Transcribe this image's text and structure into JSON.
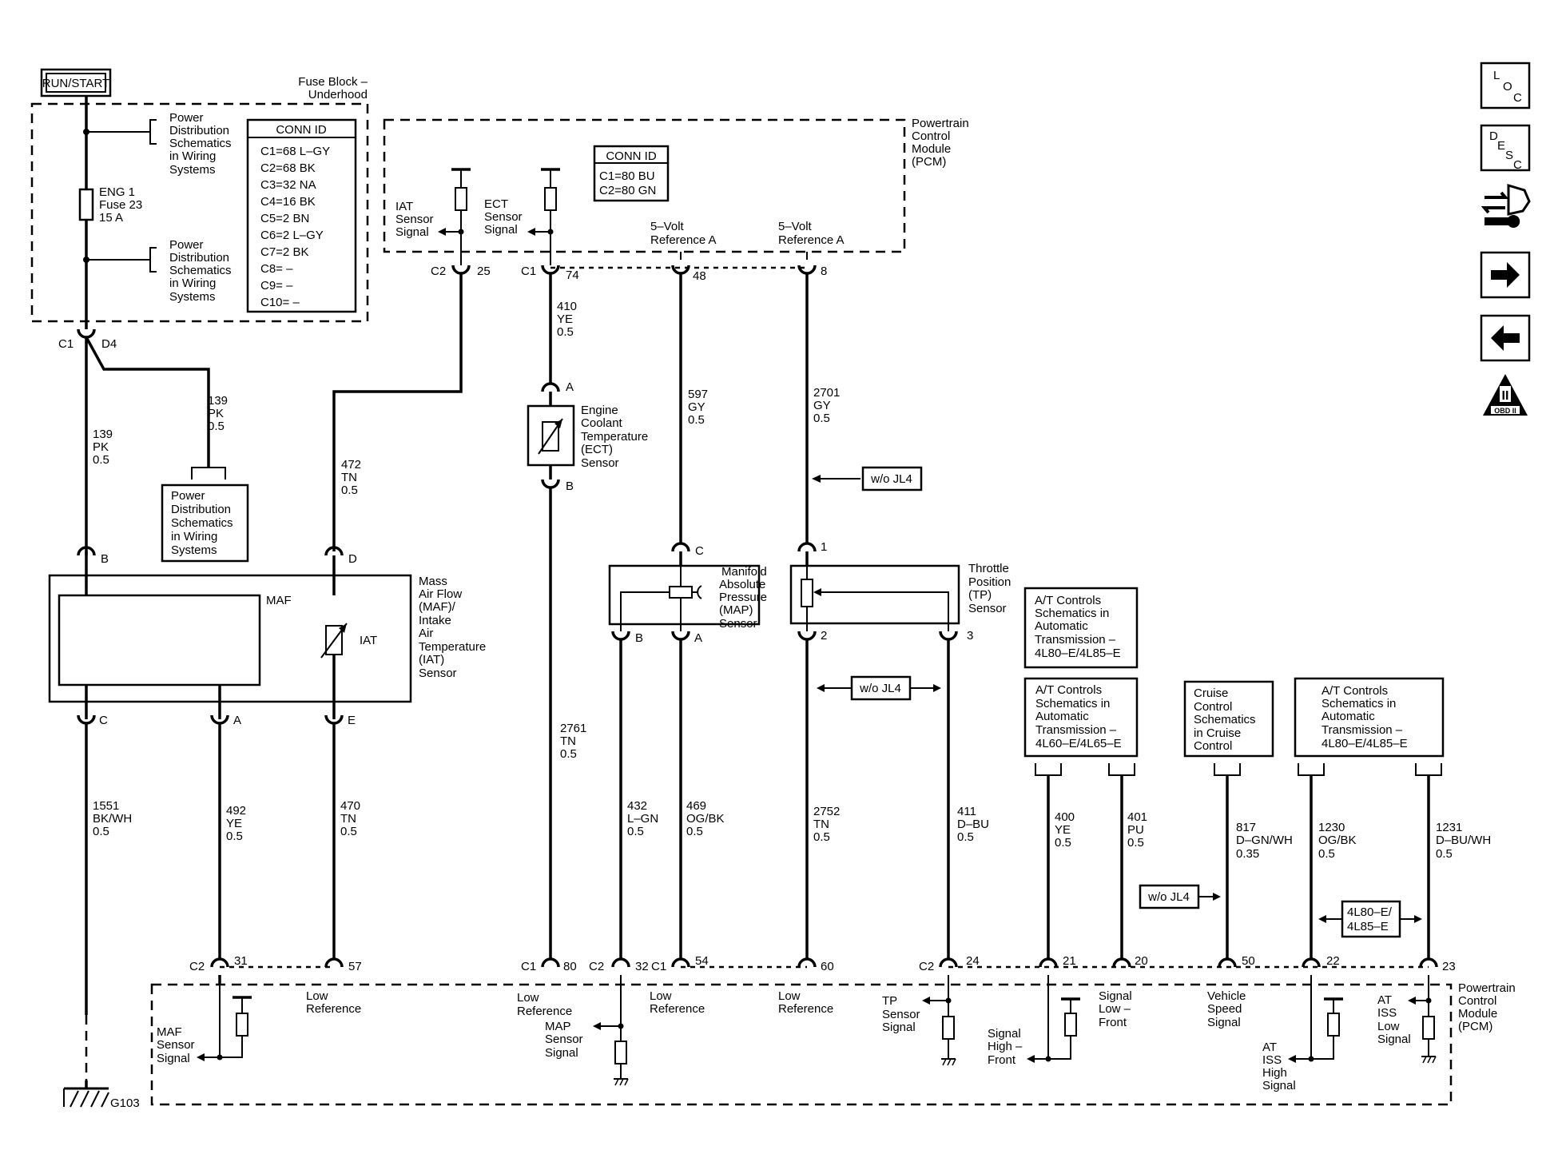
{
  "run_start": "RUN/START",
  "fuse_block": [
    "Fuse Block –",
    "Underhood"
  ],
  "fuse_label": [
    "ENG 1",
    "Fuse 23",
    "15 A"
  ],
  "power_dist": [
    "Power",
    "Distribution",
    "Schematics",
    "in Wiring",
    "Systems"
  ],
  "conn_id_left": {
    "title": "CONN ID",
    "rows": [
      "C1=68 L–GY",
      "C2=68 BK",
      "C3=32 NA",
      "C4=16 BK",
      "C5=2 BN",
      "C6=2 L–GY",
      "C7=2 BK",
      "C8= –",
      "C9= –",
      "C10= –"
    ]
  },
  "conn_id_pcm": {
    "title": "CONN ID",
    "rows": [
      "C1=80 BU",
      "C2=80 GN"
    ]
  },
  "pcm_top": [
    "Powertrain",
    "Control",
    "Module",
    "(PCM)"
  ],
  "pcm_bottom": [
    "Powertrain",
    "Control",
    "Module",
    "(PCM)"
  ],
  "iat_signal": [
    "IAT",
    "Sensor",
    "Signal"
  ],
  "ect_signal": [
    "ECT",
    "Sensor",
    "Signal"
  ],
  "vref": [
    "5–Volt",
    "Reference A"
  ],
  "c1": "C1",
  "c2": "C2",
  "d4": "D4",
  "pins_top": [
    "25",
    "74",
    "48",
    "8"
  ],
  "wires": {
    "w139a": [
      "139",
      "PK",
      "0.5"
    ],
    "w139b": [
      "139",
      "PK",
      "0.5"
    ],
    "w472": [
      "472",
      "TN",
      "0.5"
    ],
    "w410": [
      "410",
      "YE",
      "0.5"
    ],
    "w597": [
      "597",
      "GY",
      "0.5"
    ],
    "w2701": [
      "2701",
      "GY",
      "0.5"
    ],
    "w1551": [
      "1551",
      "BK/WH",
      "0.5"
    ],
    "w492": [
      "492",
      "YE",
      "0.5"
    ],
    "w470": [
      "470",
      "TN",
      "0.5"
    ],
    "w2761": [
      "2761",
      "TN",
      "0.5"
    ],
    "w432": [
      "432",
      "L–GN",
      "0.5"
    ],
    "w469": [
      "469",
      "OG/BK",
      "0.5"
    ],
    "w2752": [
      "2752",
      "TN",
      "0.5"
    ],
    "w411": [
      "411",
      "D–BU",
      "0.5"
    ],
    "w400": [
      "400",
      "YE",
      "0.5"
    ],
    "w401": [
      "401",
      "PU",
      "0.5"
    ],
    "w817": [
      "817",
      "D–GN/WH",
      "0.35"
    ],
    "w1230": [
      "1230",
      "OG/BK",
      "0.5"
    ],
    "w1231": [
      "1231",
      "D–BU/WH",
      "0.5"
    ]
  },
  "ect_sensor": [
    "Engine",
    "Coolant",
    "Temperature",
    "(ECT)",
    "Sensor"
  ],
  "maf_sensor": [
    "Mass",
    "Air Flow",
    "(MAF)/",
    "Intake",
    "Air",
    "Temperature",
    "(IAT)",
    "Sensor"
  ],
  "maf": "MAF",
  "iat": "IAT",
  "map_sensor": [
    "Manifold",
    "Absolute",
    "Pressure",
    "(MAP)",
    "Sensor"
  ],
  "tp_sensor": [
    "Throttle",
    "Position",
    "(TP)",
    "Sensor"
  ],
  "wo_jl4": "w/o JL4",
  "at_box1": [
    "A/T Controls",
    "Schematics in",
    "Automatic",
    "Transmission –",
    "4L80–E/4L85–E"
  ],
  "at_box2": [
    "A/T Controls",
    "Schematics in",
    "Automatic",
    "Transmission –",
    "4L60–E/4L65–E"
  ],
  "cruise_box": [
    "Cruise",
    "Control",
    "Schematics",
    "in Cruise",
    "Control"
  ],
  "at_box3": [
    "A/T Controls",
    "Schematics in",
    "Automatic",
    "Transmission –",
    "4L80–E/4L85–E"
  ],
  "trans_label": [
    "4L80–E/",
    "4L85–E"
  ],
  "pin_letters": {
    "A": "A",
    "B": "B",
    "C": "C",
    "D": "D",
    "E": "E"
  },
  "pins_sensor": {
    "p1": "1",
    "p2": "2",
    "p3": "3"
  },
  "pins_bottom": [
    "31",
    "57",
    "80",
    "32",
    "54",
    "60",
    "24",
    "21",
    "20",
    "50",
    "22",
    "23"
  ],
  "low_reference": [
    "Low",
    "Reference"
  ],
  "maf_signal": [
    "MAF",
    "Sensor",
    "Signal"
  ],
  "map_signal": [
    "MAP",
    "Sensor",
    "Signal"
  ],
  "tp_signal": [
    "TP",
    "Sensor",
    "Signal"
  ],
  "sig_high_front": [
    "Signal",
    "High –",
    "Front"
  ],
  "sig_low_front": [
    "Signal",
    "Low –",
    "Front"
  ],
  "vss": [
    "Vehicle",
    "Speed",
    "Signal"
  ],
  "at_iss_high": [
    "AT",
    "ISS",
    "High",
    "Signal"
  ],
  "at_iss_low": [
    "AT",
    "ISS",
    "Low",
    "Signal"
  ],
  "ground": "G103",
  "nav": {
    "loc": [
      "L",
      "O",
      "C"
    ],
    "desc": [
      "D",
      "E",
      "S",
      "C"
    ],
    "obd": "OBD II",
    "obd_num": "II"
  }
}
